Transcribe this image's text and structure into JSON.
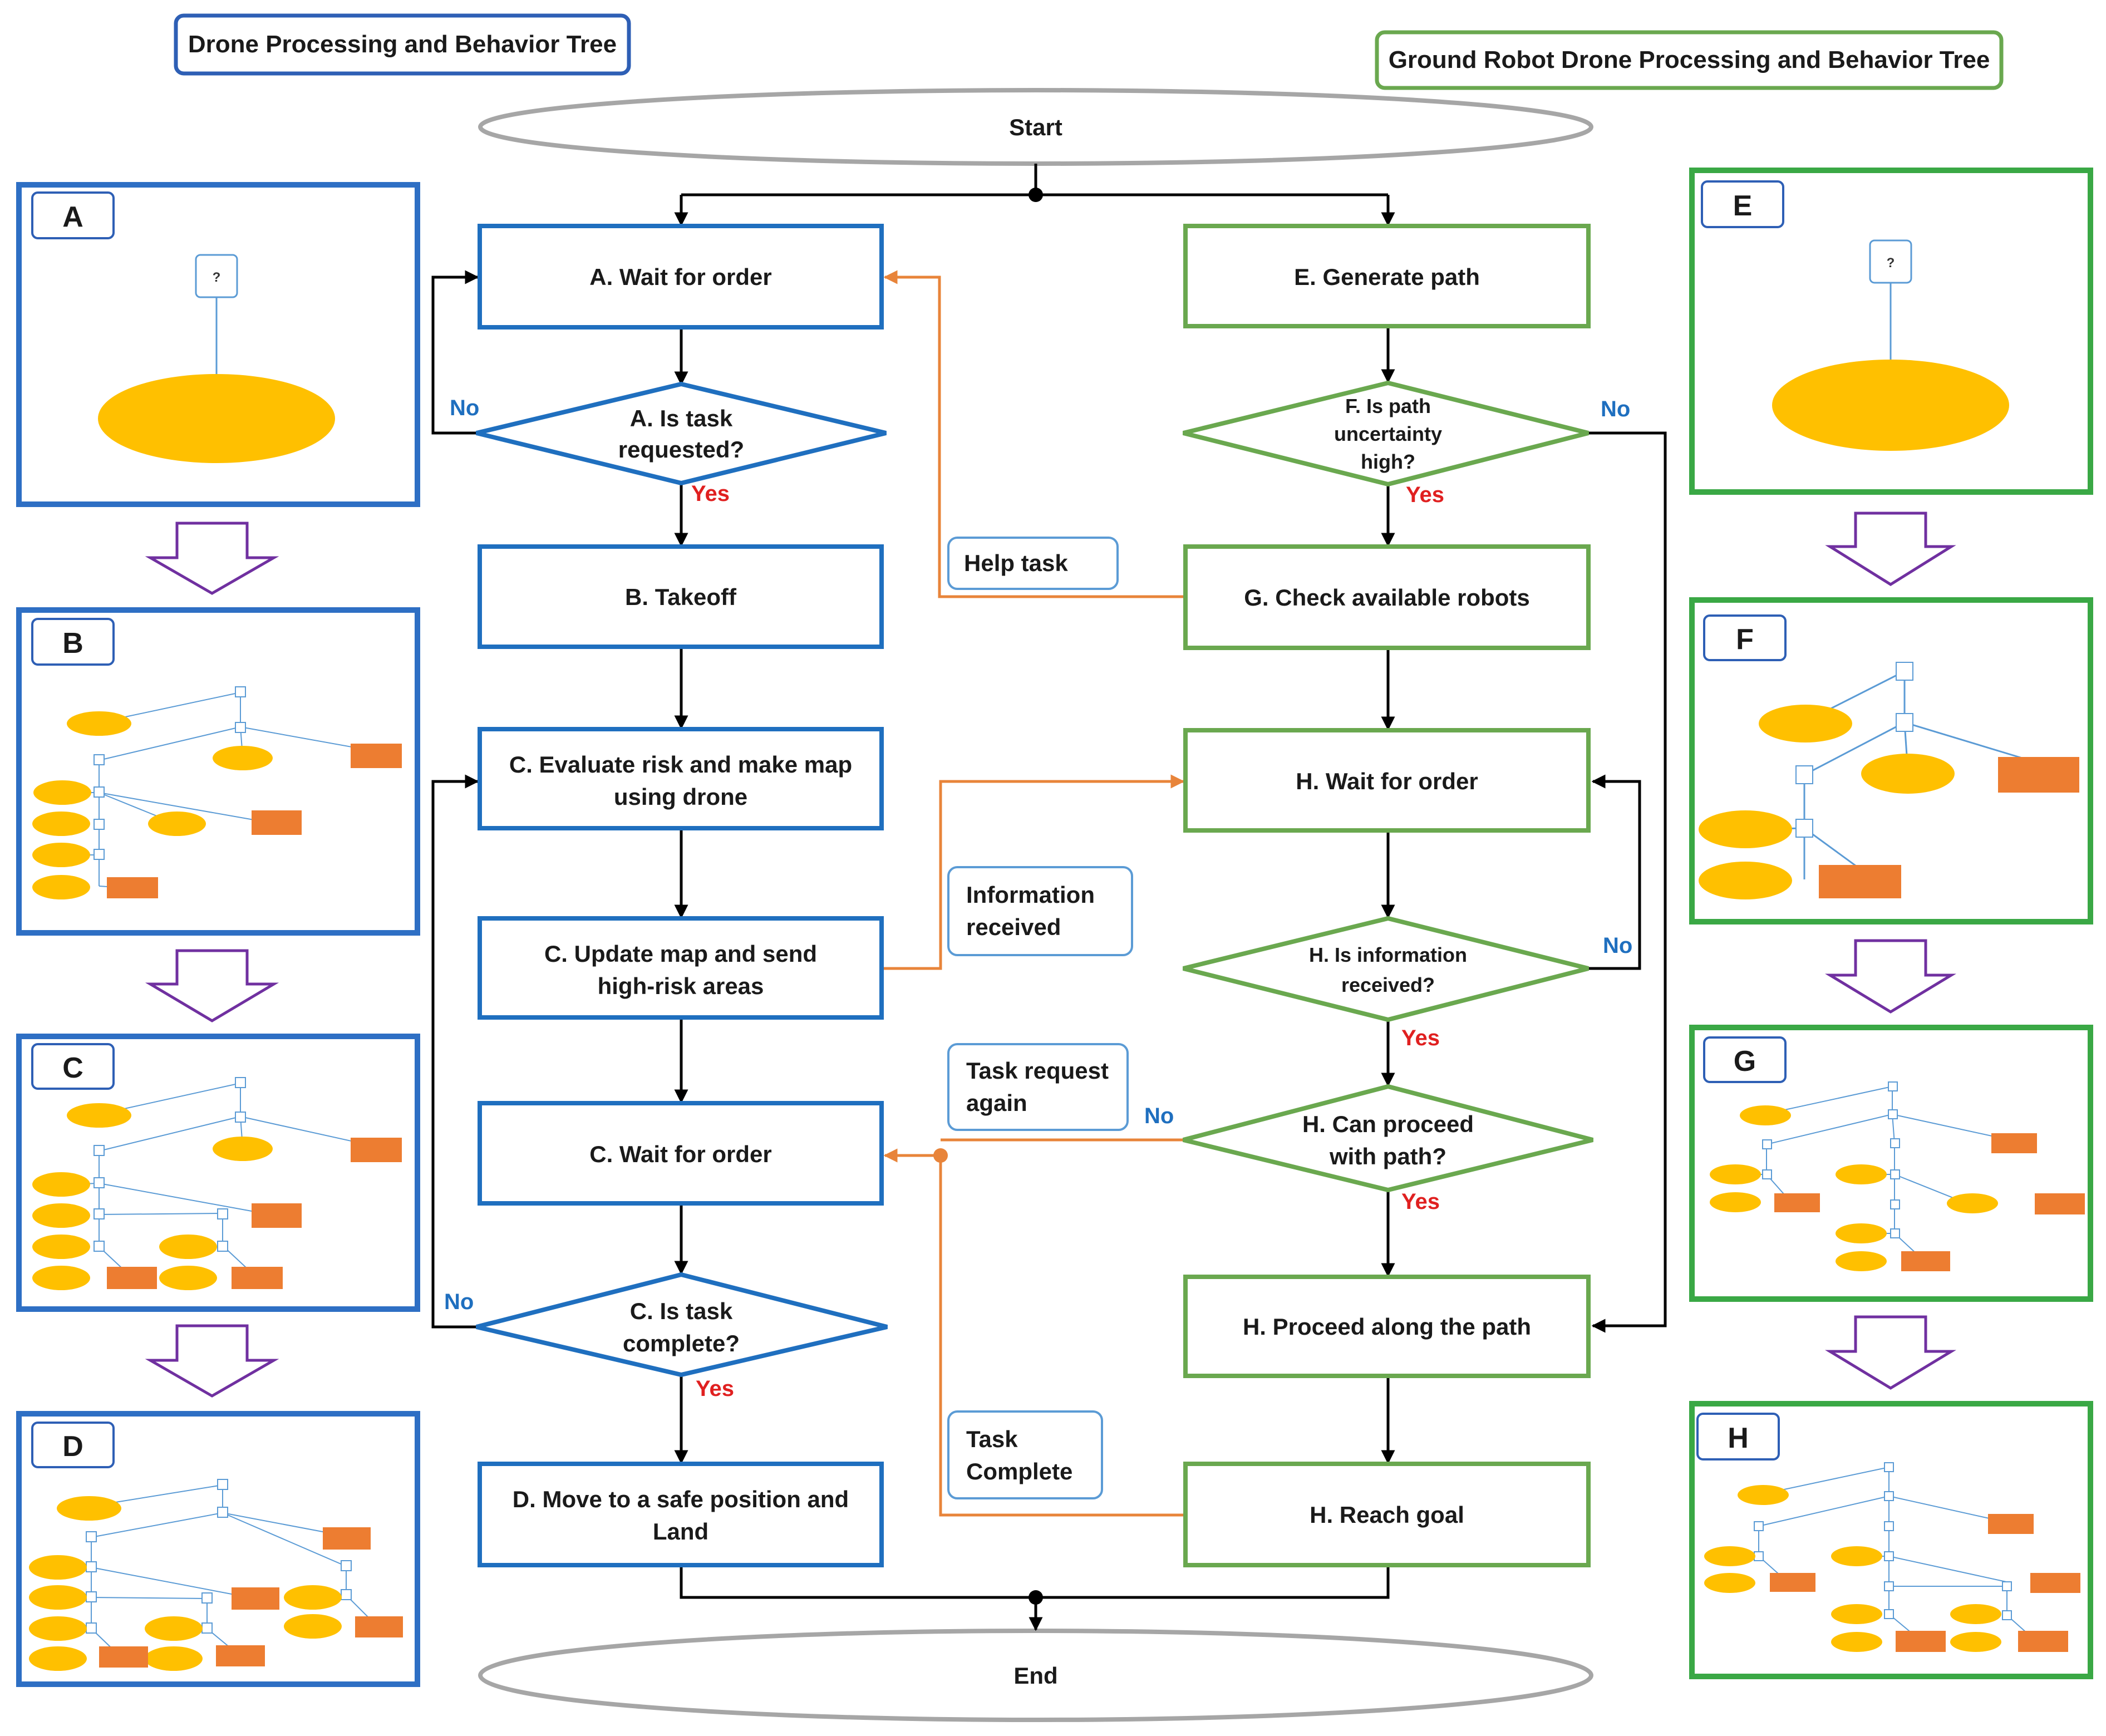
{
  "headers": {
    "drone": "Drone Processing and Behavior Tree",
    "ground": "Ground Robot Drone Processing and Behavior Tree"
  },
  "terminals": {
    "start": "Start",
    "end": "End"
  },
  "drone_flow": {
    "wait_order": "A. Wait for order",
    "is_task_requested": [
      "A. Is task",
      "requested?"
    ],
    "takeoff": "B. Takeoff",
    "evaluate_risk": [
      "C. Evaluate risk and make map",
      "using drone"
    ],
    "update_map": [
      "C. Update map and send",
      "high-risk areas"
    ],
    "wait_order_c": "C. Wait for order",
    "is_task_complete": [
      "C. Is task",
      "complete?"
    ],
    "move_land": [
      "D. Move to a safe position and",
      "Land"
    ]
  },
  "ground_flow": {
    "generate_path": "E. Generate path",
    "path_uncertainty": [
      "F. Is path",
      "uncertainty",
      "high?"
    ],
    "check_robots": "G. Check available robots",
    "wait_order_h": "H. Wait for order",
    "is_info_received": [
      "H. Is information",
      "received?"
    ],
    "can_proceed": [
      "H. Can proceed",
      "with path?"
    ],
    "proceed_path": "H. Proceed along the path",
    "reach_goal": "H. Reach goal"
  },
  "notes": {
    "help_task": "Help task",
    "info_received": [
      "Information",
      "received"
    ],
    "task_request_again": [
      "Task request",
      "again"
    ],
    "task_complete": [
      "Task",
      "Complete"
    ]
  },
  "branch_labels": {
    "yes": "Yes",
    "no": "No"
  },
  "panels": {
    "left": [
      "A",
      "B",
      "C",
      "D"
    ],
    "right": [
      "E",
      "F",
      "G",
      "H"
    ],
    "root_symbol": "?"
  },
  "colors": {
    "drone_blue": "#1f6fbf",
    "ground_green": "#6aa84f",
    "panel_green": "#3aa845",
    "orange_link": "#e8843a",
    "node_yellow": "#ffc000",
    "action_orange": "#ed7d31",
    "arrow_purple": "#7030a0",
    "terminal_gray": "#a6a6a6"
  }
}
